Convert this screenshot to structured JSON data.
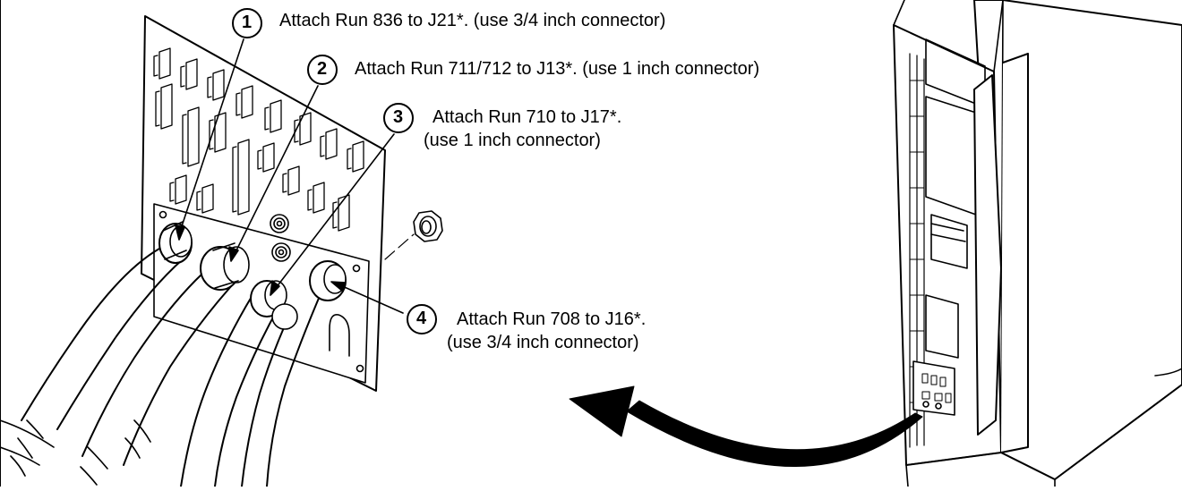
{
  "callouts": [
    {
      "number": "1",
      "line1": "Attach Run 836 to J21*. (use 3/4 inch connector)",
      "line2": ""
    },
    {
      "number": "2",
      "line1": "Attach Run 711/712 to J13*. (use 1 inch connector)",
      "line2": ""
    },
    {
      "number": "3",
      "line1": "Attach Run 710 to J17*.",
      "line2": "(use 1 inch connector)"
    },
    {
      "number": "4",
      "line1": "Attach Run 708 to J16*.",
      "line2": "(use 3/4 inch connector)"
    }
  ],
  "colors": {
    "ink": "#000000",
    "paper": "#ffffff",
    "cabinet_shade": "#d9d9d9"
  }
}
